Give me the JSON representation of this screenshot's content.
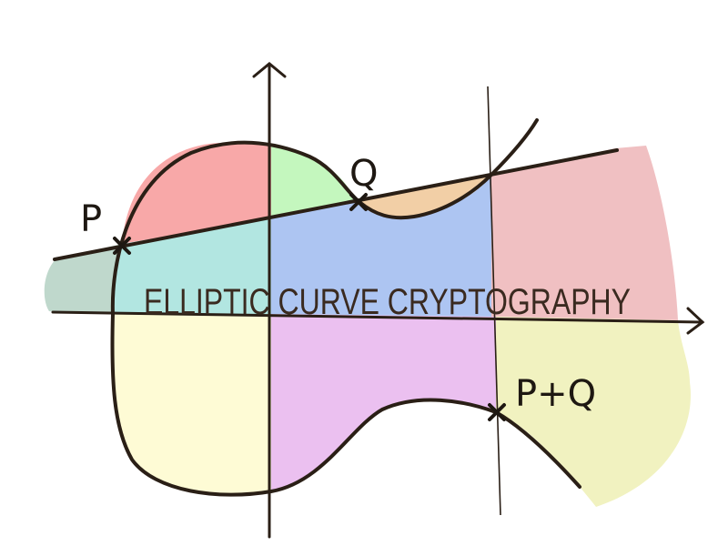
{
  "diagram": {
    "title": "ELLIPTIC CURVE CRYPTOGRAPHY",
    "points": {
      "p": "P",
      "q": "Q",
      "sum": "P+Q"
    },
    "region_colors": {
      "red": "#f8a8a8",
      "green": "#c4f7be",
      "orange": "#f2cfa6",
      "pink": "#f0c0c2",
      "teal": "#b2e6e1",
      "blue": "#adc5f2",
      "sage": "#bfd8cc",
      "yellow": "#fefbd5",
      "purple": "#ebc0f0",
      "olive": "#f1f2c0"
    },
    "stroke_color": "#2a1f16"
  }
}
